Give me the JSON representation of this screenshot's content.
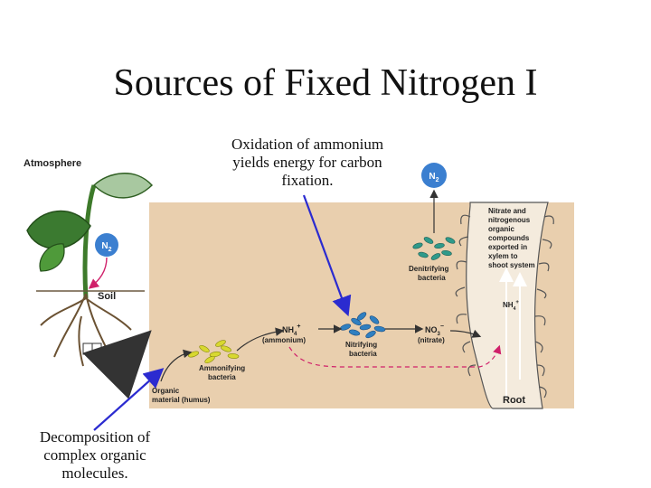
{
  "title": "Sources of Fixed Nitrogen I",
  "captions": {
    "top": "Oxidation of ammonium yields energy for carbon fixation.",
    "bottom": "Decomposition of complex organic molecules."
  },
  "diagram": {
    "atmosphere": "Atmosphere",
    "soil": "Soil",
    "n2": "N",
    "n2_sub": "2",
    "nh4": "NH",
    "nh4_sub": "4",
    "nh4_sup": "+",
    "ammonium": "(ammonium)",
    "no3": "NO",
    "no3_sub": "3",
    "no3_sup": "−",
    "nitrate": "(nitrate)",
    "nitrifying": [
      "Nitrifying",
      "bacteria"
    ],
    "ammonifying": [
      "Ammonifying",
      "bacteria"
    ],
    "denitrifying": [
      "Denitrifying",
      "bacteria"
    ],
    "organic": [
      "Organic",
      "material (humus)"
    ],
    "nitrate_export": [
      "Nitrate and",
      "nitrogenous",
      "organic",
      "compounds",
      "exported in",
      "xylem to",
      "shoot system"
    ],
    "root": "Root"
  },
  "colors": {
    "soil": "#e9cfae",
    "n2_bubble": "#3b7fd0",
    "nitrifying_bacteria": "#2f7fc0",
    "ammonifying_bacteria": "#d8d830",
    "denitrifying_bacteria": "#2f9a8a",
    "pointer_arrow": "#2b2bd0",
    "dashed_path": "#d0206a"
  }
}
